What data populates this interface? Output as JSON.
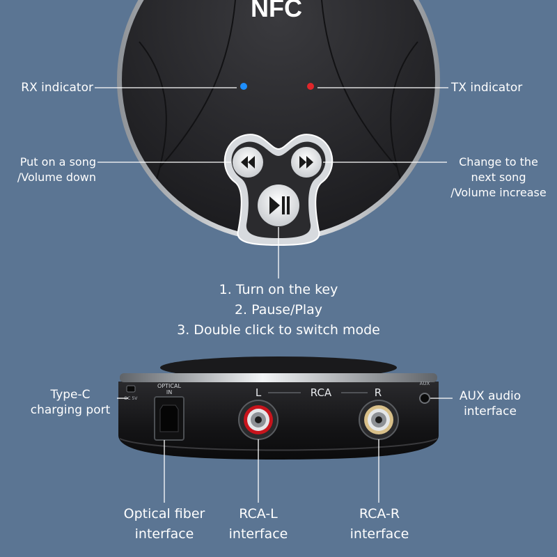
{
  "nfc_label": "NFC",
  "labels": {
    "rx_indicator": "RX indicator",
    "tx_indicator": "TX indicator",
    "prev": [
      "Put on a song",
      "/Volume down"
    ],
    "next": [
      "Change to the",
      "next song",
      "/Volume increase"
    ],
    "key_functions": [
      "1. Turn on the key",
      "2. Pause/Play",
      "3. Double click to switch mode"
    ],
    "type_c": [
      "Type-C",
      "charging port"
    ],
    "aux": [
      "AUX audio",
      "interface"
    ],
    "optical": [
      "Optical fiber",
      "interface"
    ],
    "rca_l": [
      "RCA-L",
      "interface"
    ],
    "rca_r": [
      "RCA-R",
      "interface"
    ]
  },
  "device_markings": {
    "rca": "RCA",
    "left": "L",
    "right": "R",
    "optical_in": [
      "OPTICAL",
      "IN"
    ],
    "dc_5v": "DC 5V",
    "aux": "AUX"
  },
  "colors": {
    "background": "#5b7593",
    "rx_led": "#1e8fff",
    "tx_led": "#e0262a",
    "rca_left_ring": "#c8141c",
    "rca_right_ring": "#d9c089"
  }
}
